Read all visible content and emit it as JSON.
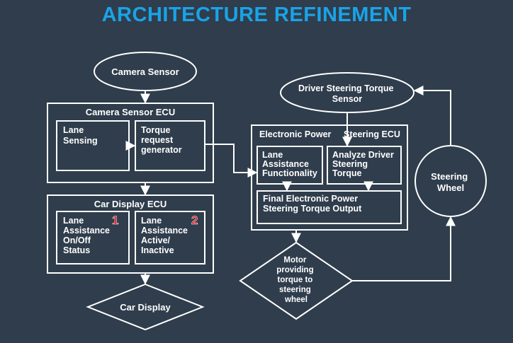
{
  "title": "ARCHITECTURE REFINEMENT",
  "camera_sensor": "Camera Sensor",
  "camera_ecu": {
    "title": "Camera Sensor ECU",
    "lane_sensing": [
      "Lane",
      "Sensing"
    ],
    "torque_request": [
      "Torque",
      "request",
      "generator"
    ]
  },
  "car_display_ecu": {
    "title": "Car Display ECU",
    "box1": [
      "Lane",
      "Assistance",
      "On/Off",
      "Status"
    ],
    "box1_badge": "1",
    "box2": [
      "Lane",
      "Assistance",
      "Active/",
      "Inactive"
    ],
    "box2_badge": "2"
  },
  "car_display": "Car Display",
  "driver_torque_sensor": [
    "Driver Steering Torque",
    "Sensor"
  ],
  "eps_ecu": {
    "title_left": "Electronic Power",
    "title_right": "Steering ECU",
    "lane_assist": [
      "Lane",
      "Assistance",
      "Functionality"
    ],
    "analyze": [
      "Analyze Driver",
      "Steering",
      "Torque"
    ],
    "final_output": [
      "Final Electronic Power",
      "Steering Torque Output"
    ]
  },
  "motor": [
    "Motor",
    "providing",
    "torque to",
    "steering",
    "wheel"
  ],
  "steering_wheel": [
    "Steering",
    "Wheel"
  ]
}
